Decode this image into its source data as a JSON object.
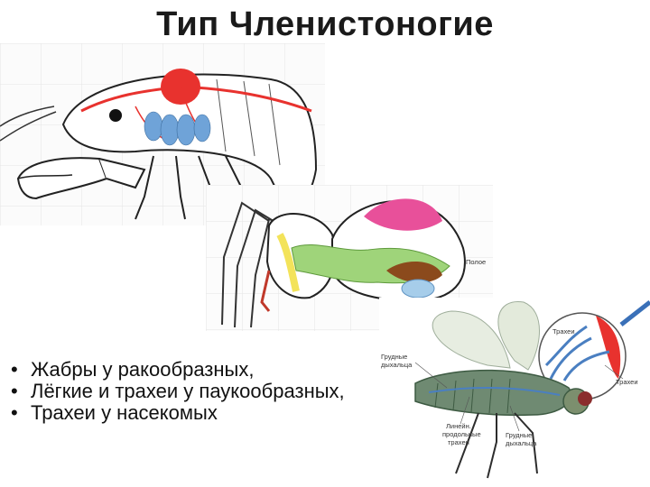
{
  "title": "Тип Членистоногие",
  "bullets": [
    "Жабры у ракообразных,",
    "Лёгкие и трахеи у паукообразных,",
    "Трахеи у насекомых"
  ],
  "spider_labels": {
    "side_label": "Полое"
  },
  "insect_labels": {
    "spiracles_top": "Грудные",
    "spiracles_bottom": "дыхальца",
    "trachea_inset": "Трахеи",
    "trachea_right": "Трахеи",
    "lateral_1": "Линейн.",
    "lateral_2": "продольные",
    "lateral_3": "трахеи",
    "thoracic_1": "Грудные",
    "thoracic_2": "дыхальца"
  },
  "colors": {
    "heart_red": "#e8322e",
    "gill_blue": "#6fa3d8",
    "spider_green": "#9fd47a",
    "spider_pink": "#e8509a",
    "spider_yellow": "#f3e35a",
    "spider_brown": "#8b4a1c",
    "insect_body": "#6f8a72",
    "trachea_blue": "#4a7fc1"
  }
}
